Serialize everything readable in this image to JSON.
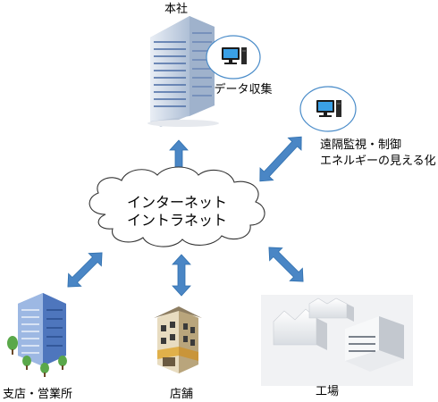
{
  "nodes": {
    "hq": {
      "label": "本社"
    },
    "data_collection": {
      "label": "データ収集"
    },
    "remote": {
      "line1": "遠隔監視・制御",
      "line2": "エネルギーの見える化"
    },
    "network": {
      "line1": "インターネット",
      "line2": "イントラネット"
    },
    "branch": {
      "label": "支店・営業所"
    },
    "store": {
      "label": "店舗"
    },
    "factory": {
      "label": "工場"
    }
  },
  "colors": {
    "arrow": "#4a86c5",
    "arrow_stroke": "#2f6fae",
    "circle_stroke": "#4a8cc9",
    "building_blue": "#5e86c9",
    "window_blue": "#3f67b3"
  },
  "icons": {
    "pc_monitor": "computer-icon",
    "arrows": "double-arrow-icon"
  }
}
